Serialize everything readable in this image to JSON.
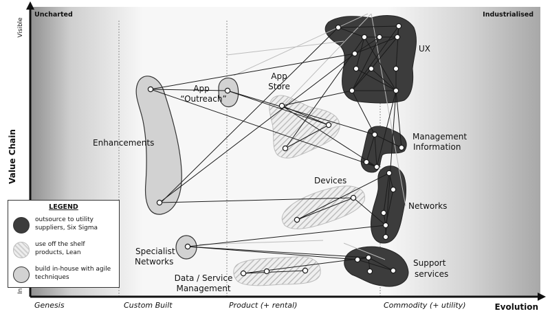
{
  "axes": {
    "y_label": "Value Chain",
    "y_top": "Visible",
    "y_bottom": "Invisible",
    "x_label": "Evolution",
    "stages": [
      "Genesis",
      "Custom Built",
      "Product (+ rental)",
      "Commodity (+ utility)"
    ],
    "corner_left": "Uncharted",
    "corner_right": "Industrialised"
  },
  "components": {
    "ux": "UX",
    "app_outreach_1": "App",
    "app_outreach_2": "“Outreach”",
    "app_store_1": "App",
    "app_store_2": "Store",
    "enhancements": "Enhancements",
    "mi_1": "Management",
    "mi_2": "Information",
    "devices": "Devices",
    "networks": "Networks",
    "specialist_1": "Specialist",
    "specialist_2": "Networks",
    "data_1": "Data / Service",
    "data_2": "Management",
    "support_1": "Support",
    "support_2": "services"
  },
  "legend": {
    "title": "LEGEND",
    "items": [
      {
        "label_1": "outsource to utility",
        "label_2": "suppliers, Six Sigma",
        "color": "#3c3c3c",
        "pattern": "solid"
      },
      {
        "label_1": "use off the shelf",
        "label_2": "products, Lean",
        "color": "#e6e6e6",
        "pattern": "hatched"
      },
      {
        "label_1": "build in-house with agile",
        "label_2": "techniques",
        "color": "#d2d2d2",
        "pattern": "solid"
      }
    ]
  },
  "colors": {
    "outsource": "#3c3c3c",
    "off_the_shelf": "#e6e6e6",
    "in_house": "#d2d2d2"
  }
}
